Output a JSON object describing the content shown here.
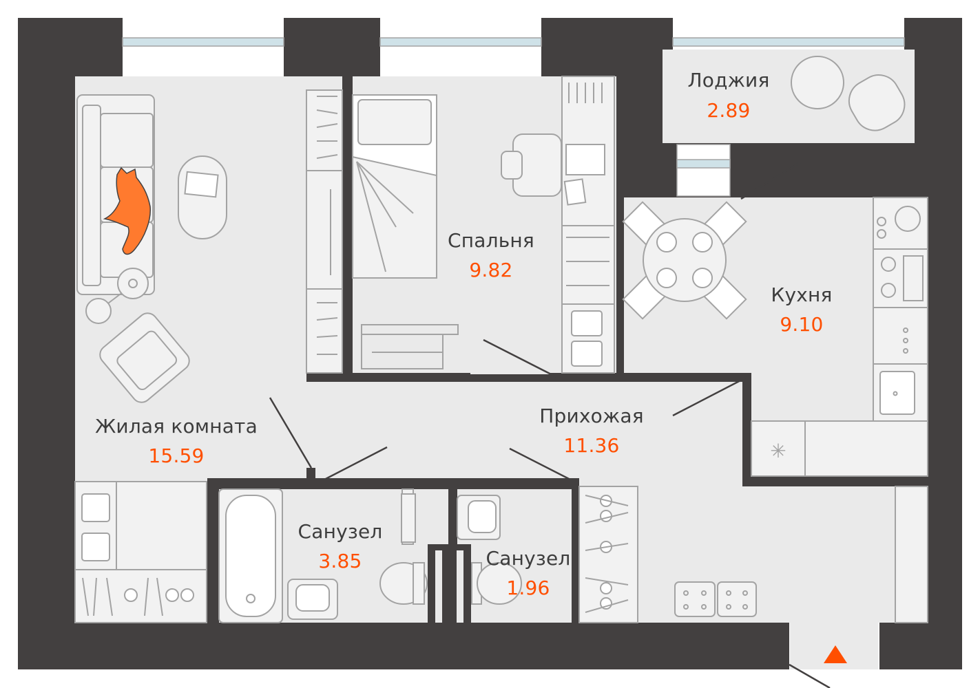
{
  "plan": {
    "colors": {
      "wall": "#434040",
      "floor": "#eaeaea",
      "accent": "#ff4f00",
      "text": "#3d3d3d"
    },
    "rooms": [
      {
        "id": "loggia",
        "name": "Лоджия",
        "area": "2.89"
      },
      {
        "id": "bedroom",
        "name": "Спальня",
        "area": "9.82"
      },
      {
        "id": "kitchen",
        "name": "Кухня",
        "area": "9.10"
      },
      {
        "id": "hallway",
        "name": "Прихожая",
        "area": "11.36"
      },
      {
        "id": "living",
        "name": "Жилая комната",
        "area": "15.59"
      },
      {
        "id": "bath1",
        "name": "Санузел",
        "area": "3.85"
      },
      {
        "id": "bath2",
        "name": "Санузел",
        "area": "1.96"
      }
    ],
    "icons": [
      "cat-icon",
      "entrance-arrow-icon",
      "sofa-icon",
      "armchair-icon",
      "bed-icon",
      "desk-icon",
      "dining-table-icon",
      "stove-icon",
      "sink-icon",
      "fridge-icon",
      "bathtub-icon",
      "toilet-icon",
      "wardrobe-icon",
      "shoe-rack-icon"
    ]
  }
}
